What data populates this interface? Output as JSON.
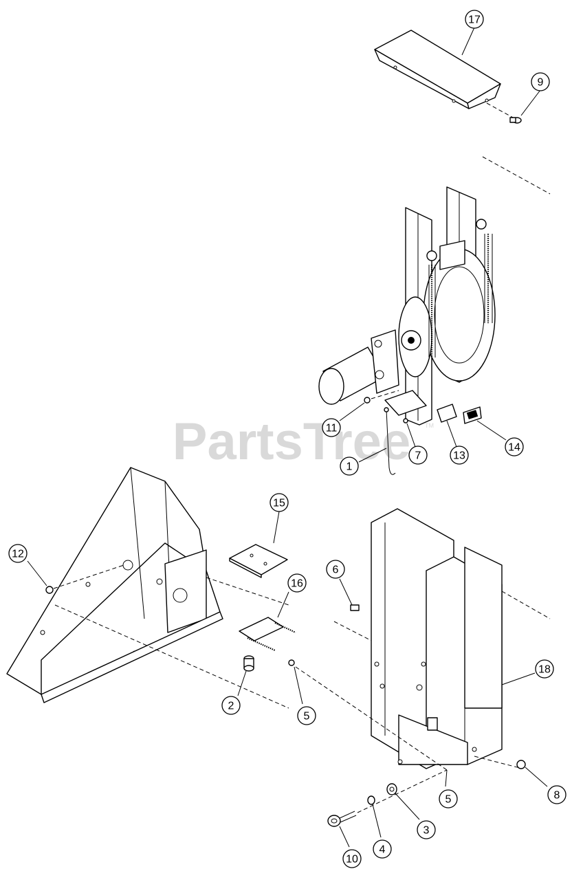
{
  "watermark": {
    "text": "PartsTree",
    "trademark": "TM"
  },
  "callouts": [
    {
      "id": "17",
      "label": "17"
    },
    {
      "id": "9",
      "label": "9"
    },
    {
      "id": "11",
      "label": "11"
    },
    {
      "id": "1",
      "label": "1"
    },
    {
      "id": "7",
      "label": "7"
    },
    {
      "id": "13",
      "label": "13"
    },
    {
      "id": "14",
      "label": "14"
    },
    {
      "id": "15",
      "label": "15"
    },
    {
      "id": "12",
      "label": "12"
    },
    {
      "id": "16",
      "label": "16"
    },
    {
      "id": "6",
      "label": "6"
    },
    {
      "id": "18",
      "label": "18"
    },
    {
      "id": "2",
      "label": "2"
    },
    {
      "id": "5a",
      "label": "5"
    },
    {
      "id": "5b",
      "label": "5"
    },
    {
      "id": "8",
      "label": "8"
    },
    {
      "id": "3",
      "label": "3"
    },
    {
      "id": "4",
      "label": "4"
    },
    {
      "id": "10",
      "label": "10"
    }
  ]
}
